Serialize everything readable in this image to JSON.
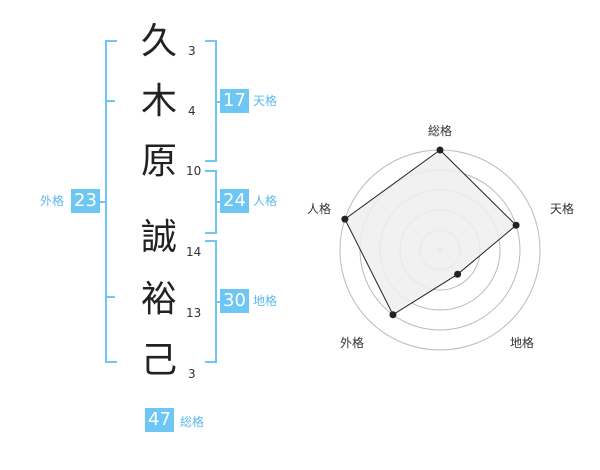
{
  "colors": {
    "accent": "#6ec6f5",
    "accent_text": "#5bb8ef",
    "kanji": "#222222",
    "grid": "#bbbbbb",
    "fill": "#eeeeee",
    "line": "#222222"
  },
  "name": {
    "surname": [
      {
        "char": "久",
        "strokes": "3"
      },
      {
        "char": "木",
        "strokes": "4"
      },
      {
        "char": "原",
        "strokes": "10"
      }
    ],
    "given": [
      {
        "char": "誠",
        "strokes": "14"
      },
      {
        "char": "裕",
        "strokes": "13"
      },
      {
        "char": "己",
        "strokes": "3"
      }
    ]
  },
  "fortune": {
    "tenkaku": {
      "value": "17",
      "label": "天格"
    },
    "jinkaku": {
      "value": "24",
      "label": "人格"
    },
    "chikaku": {
      "value": "30",
      "label": "地格"
    },
    "gaikaku": {
      "value": "23",
      "label": "外格"
    },
    "soukaku": {
      "value": "47",
      "label": "総格"
    }
  },
  "chart_data": {
    "type": "radar",
    "axes": [
      "総格",
      "天格",
      "地格",
      "外格",
      "人格"
    ],
    "values": [
      5,
      4,
      1.5,
      4,
      5
    ],
    "max": 5,
    "rings": 5
  }
}
